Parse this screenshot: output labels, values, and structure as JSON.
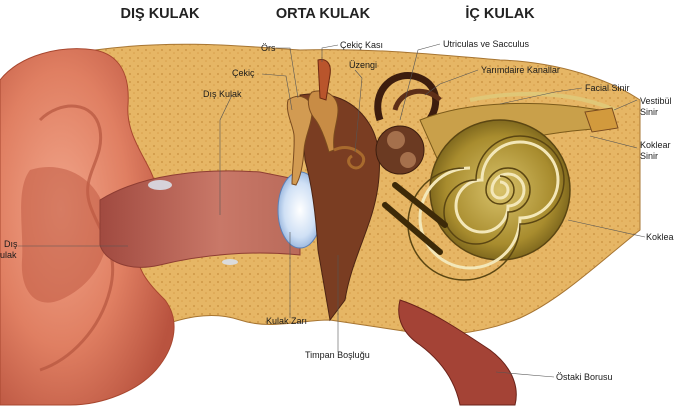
{
  "sections": {
    "outer": "DIŞ KULAK",
    "middle": "ORTA KULAK",
    "inner": "İÇ KULAK"
  },
  "labels": {
    "ors": "Örs",
    "cekic_kasi": "Çekiç Kası",
    "utriculus": "Utriculas ve Sacculus",
    "cekic": "Çekiç",
    "uzengi": "Üzengi",
    "yarimdaire": "Yarımdaire Kanallar",
    "dis_kulak": "Dış Kulak",
    "facial": "Facial Sinir",
    "vestibul_1": "Vestibül",
    "vestibul_2": "Sinir",
    "koklear_1": "Koklear",
    "koklear_2": "Sinir",
    "dis_left_1": "Dış",
    "dis_left_2": "ulak",
    "koklea": "Koklea",
    "kulak_zari": "Kulak Zarı",
    "timpan": "Timpan Boşluğu",
    "ostaki": "Östaki Borusu"
  },
  "colors": {
    "skin": "#e58a6c",
    "bone": "#e6b665",
    "canal": "#c26f62",
    "cochlea": "#b39a3a",
    "cavity": "#7a3d22"
  }
}
